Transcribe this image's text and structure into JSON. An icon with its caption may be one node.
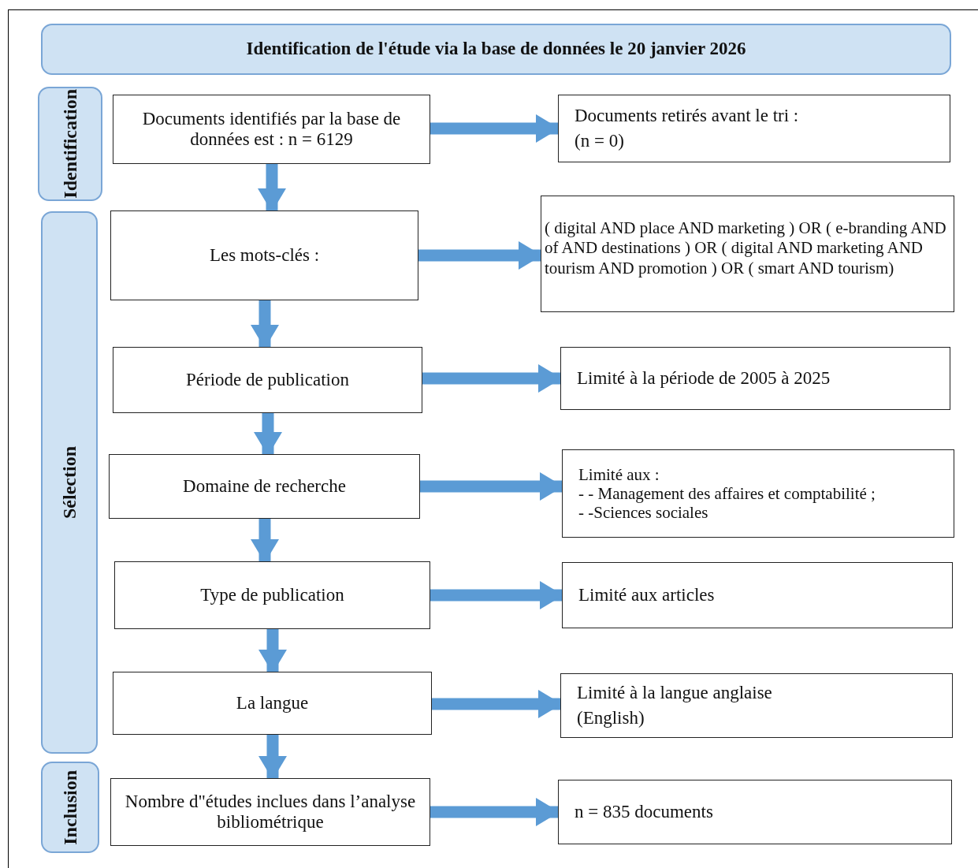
{
  "diagram": {
    "nodes": [
      {
        "text": [
          "Identification de l'étude via la base de données le 20 janvier 2026"
        ]
      },
      {
        "text": [
          "Identification"
        ]
      },
      {
        "text": [
          "Documents identifiés par la base de données est : n = 6129"
        ]
      },
      {
        "text": [
          "Documents retirés avant le tri :",
          "(n = 0)"
        ]
      },
      {
        "text": [
          "Sélection"
        ]
      },
      {
        "text": [
          "Les mots-clés :"
        ]
      },
      {
        "text": [
          "( digital AND place AND marketing ) OR ( e-branding AND of AND destinations ) OR ( digital AND marketing AND tourism AND promotion ) OR ( smart AND tourism)"
        ]
      },
      {
        "text": [
          "Période de publication"
        ]
      },
      {
        "text": [
          "Limité à la période de 2005 à 2025"
        ]
      },
      {
        "text": [
          "Domaine de recherche"
        ]
      },
      {
        "text": [
          "Limité aux :",
          "- - Management des affaires et comptabilité ;",
          "- -Sciences sociales"
        ]
      },
      {
        "text": [
          "Type de publication"
        ]
      },
      {
        "text": [
          "Limité aux articles"
        ]
      },
      {
        "text": [
          "La langue"
        ]
      },
      {
        "text": [
          "Limité à la langue anglaise",
          "(English)"
        ]
      },
      {
        "text": [
          "Inclusion"
        ]
      },
      {
        "text": [
          "Nombre d\"études inclues dans l’analyse bibliométrique"
        ]
      },
      {
        "text": [
          "n = 835 documents"
        ]
      }
    ],
    "edges": [
      {
        "from": 2,
        "to": 3,
        "arrow": "to"
      },
      {
        "from": 2,
        "to": 5,
        "arrow": "to"
      },
      {
        "from": 5,
        "to": 6,
        "arrow": "to"
      },
      {
        "from": 5,
        "to": 7,
        "arrow": "to"
      },
      {
        "from": 7,
        "to": 8,
        "arrow": "to"
      },
      {
        "from": 7,
        "to": 9,
        "arrow": "to"
      },
      {
        "from": 9,
        "to": 10,
        "arrow": "to"
      },
      {
        "from": 9,
        "to": 11,
        "arrow": "to"
      },
      {
        "from": 11,
        "to": 12,
        "arrow": "to"
      },
      {
        "from": 11,
        "to": 13,
        "arrow": "to"
      },
      {
        "from": 13,
        "to": 14,
        "arrow": "to"
      },
      {
        "from": 13,
        "to": 16,
        "arrow": "to"
      },
      {
        "from": 16,
        "to": 17,
        "arrow": "to"
      }
    ]
  }
}
